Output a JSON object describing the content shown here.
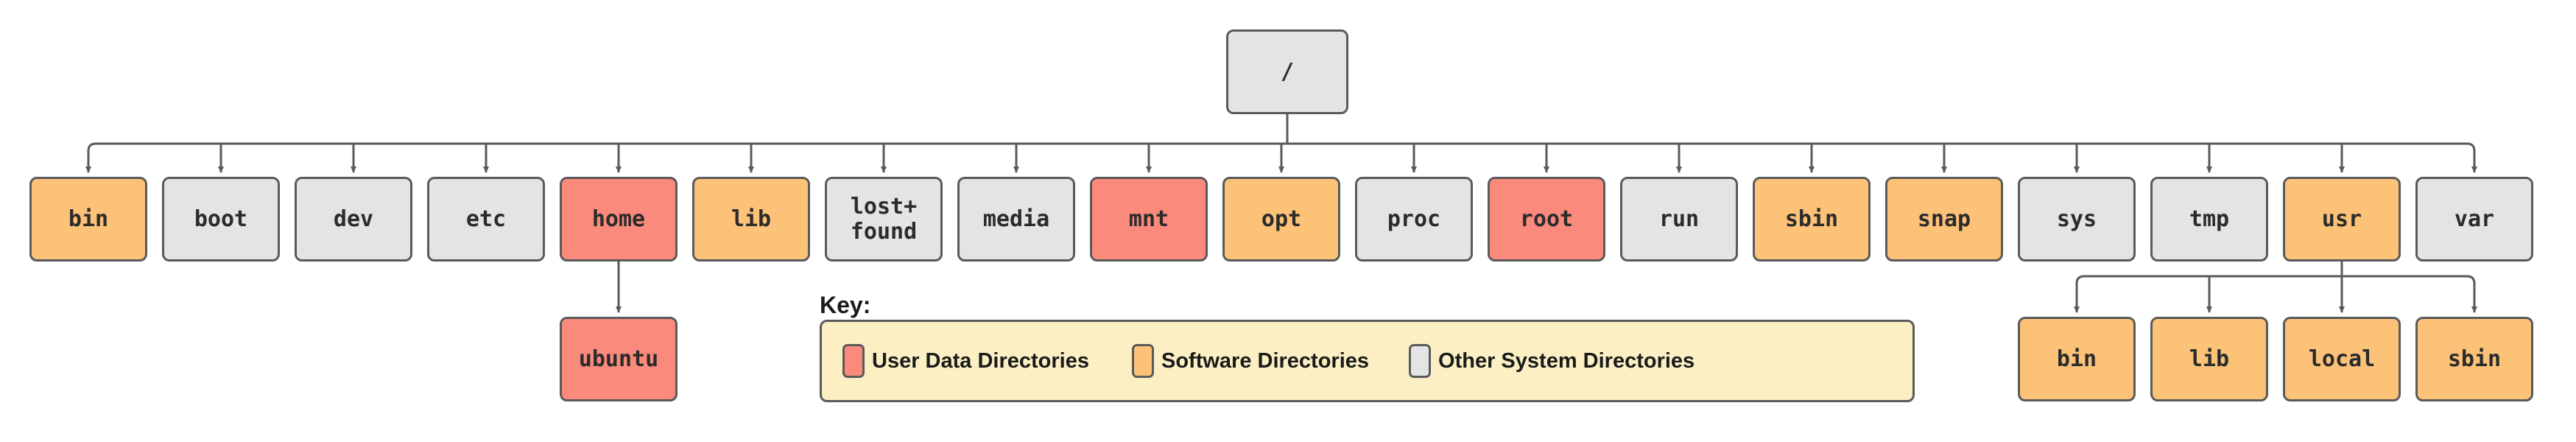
{
  "diagram": {
    "title_absent": true,
    "background": "#ffffff",
    "palette": {
      "user_data": "#fa8a7c",
      "software": "#fcc277",
      "other_system": "#e4e4e4",
      "node_border": "#5a5a5a",
      "edge": "#5a5a5a",
      "legend_background": "#fbefc3"
    }
  },
  "root": {
    "label": "/",
    "category": "other_system"
  },
  "level1": [
    {
      "label": "bin",
      "category": "software"
    },
    {
      "label": "boot",
      "category": "other_system"
    },
    {
      "label": "dev",
      "category": "other_system"
    },
    {
      "label": "etc",
      "category": "other_system"
    },
    {
      "label": "home",
      "category": "user_data"
    },
    {
      "label": "lib",
      "category": "software"
    },
    {
      "label": "lost+\nfound",
      "category": "other_system"
    },
    {
      "label": "media",
      "category": "other_system"
    },
    {
      "label": "mnt",
      "category": "user_data"
    },
    {
      "label": "opt",
      "category": "software"
    },
    {
      "label": "proc",
      "category": "other_system"
    },
    {
      "label": "root",
      "category": "user_data"
    },
    {
      "label": "run",
      "category": "other_system"
    },
    {
      "label": "sbin",
      "category": "software"
    },
    {
      "label": "snap",
      "category": "software"
    },
    {
      "label": "sys",
      "category": "other_system"
    },
    {
      "label": "tmp",
      "category": "other_system"
    },
    {
      "label": "usr",
      "category": "software"
    },
    {
      "label": "var",
      "category": "other_system"
    }
  ],
  "home_children": [
    {
      "label": "ubuntu",
      "category": "user_data"
    }
  ],
  "usr_children": [
    {
      "label": "bin",
      "category": "software"
    },
    {
      "label": "lib",
      "category": "software"
    },
    {
      "label": "local",
      "category": "software"
    },
    {
      "label": "sbin",
      "category": "software"
    }
  ],
  "legend": {
    "title": "Key:",
    "items": [
      {
        "label": "User Data Directories",
        "color": "#fa8a7c"
      },
      {
        "label": "Software Directories",
        "color": "#fcc277"
      },
      {
        "label": "Other System Directories",
        "color": "#e4e4e4"
      }
    ]
  }
}
